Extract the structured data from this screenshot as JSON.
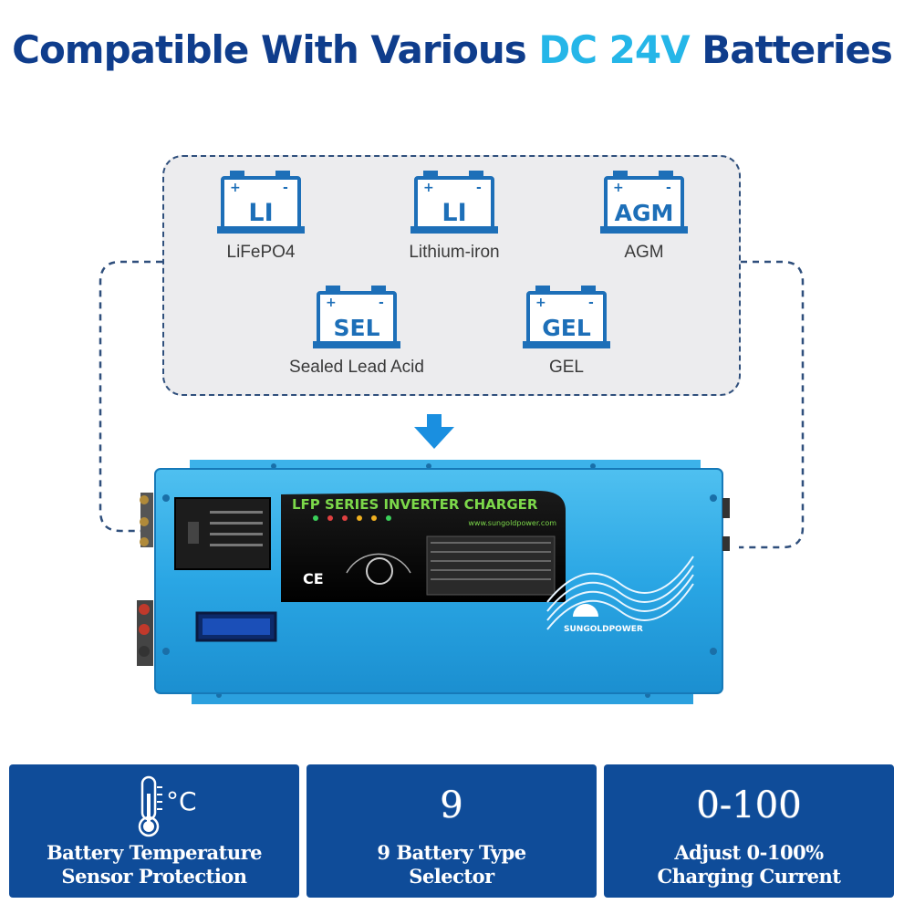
{
  "title": {
    "prefix": "Compatible With Various ",
    "highlight": "DC 24V",
    "suffix": " Batteries"
  },
  "batteries": [
    {
      "badge": "LI",
      "label": "LiFePO4",
      "icon": "battery-icon"
    },
    {
      "badge": "LI",
      "label": "Lithium-iron",
      "icon": "battery-icon"
    },
    {
      "badge": "AGM",
      "label": "AGM",
      "icon": "battery-icon"
    },
    {
      "badge": "SEL",
      "label": "Sealed Lead Acid",
      "icon": "battery-icon"
    },
    {
      "badge": "GEL",
      "label": "GEL",
      "icon": "battery-icon"
    }
  ],
  "device": {
    "panel_title": "LFP SERIES INVERTER CHARGER",
    "website": "www.sungoldpower.com",
    "brand": "SUNGOLDPOWER",
    "ce_mark": "CE"
  },
  "features": [
    {
      "icon": "thermometer-icon",
      "icon_text": "°C",
      "caption_line1": "Battery Temperature",
      "caption_line2": "Sensor Protection"
    },
    {
      "big": "9",
      "caption_line1": "9 Battery Type",
      "caption_line2": "Selector"
    },
    {
      "big": "0-100",
      "caption_line1": "Adjust 0-100%",
      "caption_line2": "Charging Current"
    }
  ],
  "colors": {
    "title": "#0f3d8c",
    "title_highlight": "#25b6e8",
    "battery_icon": "#1d6fb8",
    "panel_bg": "#ececee",
    "device_body": "#2ba8e6",
    "feature_bg": "#0f4c99"
  }
}
